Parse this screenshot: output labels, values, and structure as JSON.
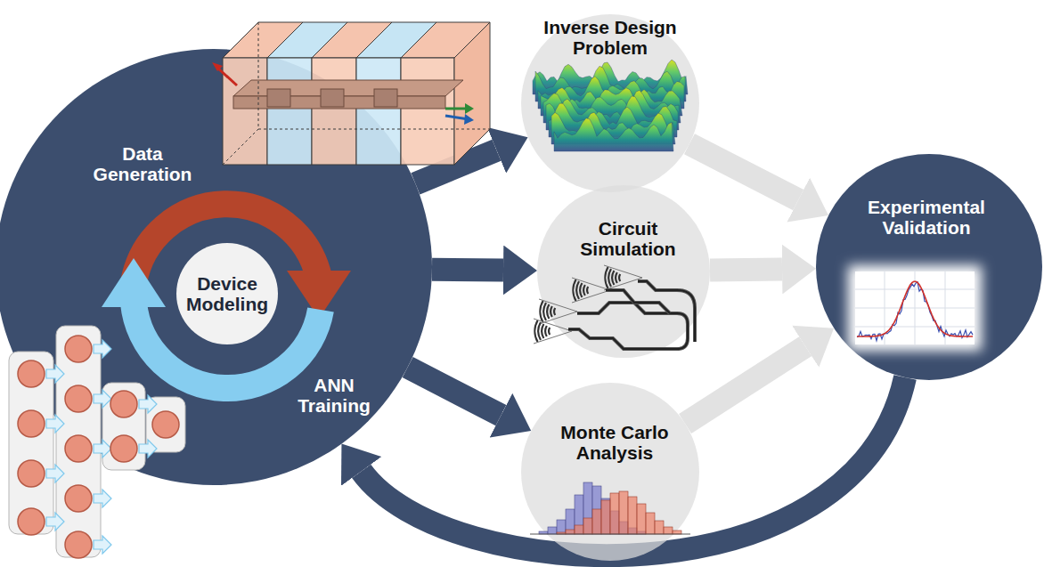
{
  "diagram": {
    "nodes": [
      {
        "text": [
          "Data Generation",
          "ANN Training"
        ]
      },
      {
        "text": [
          "Device Modeling"
        ],
        "in": 0
      },
      {
        "text": [
          "Inverse Design Problem"
        ]
      },
      {
        "text": [
          "Circuit Simulation"
        ]
      },
      {
        "text": [
          "Monte Carlo Analysis"
        ]
      },
      {
        "text": [
          "Experimental Validation"
        ]
      }
    ],
    "edges": [
      {
        "from": 0,
        "to": 2,
        "arrow": "to"
      },
      {
        "from": 0,
        "to": 3,
        "arrow": "to"
      },
      {
        "from": 0,
        "to": 4,
        "arrow": "to"
      },
      {
        "from": 2,
        "to": 5,
        "arrow": "to"
      },
      {
        "from": 3,
        "to": 5,
        "arrow": "to"
      },
      {
        "from": 4,
        "to": 5,
        "arrow": "to"
      },
      {
        "from": 5,
        "to": 0,
        "arrow": "to"
      }
    ]
  }
}
